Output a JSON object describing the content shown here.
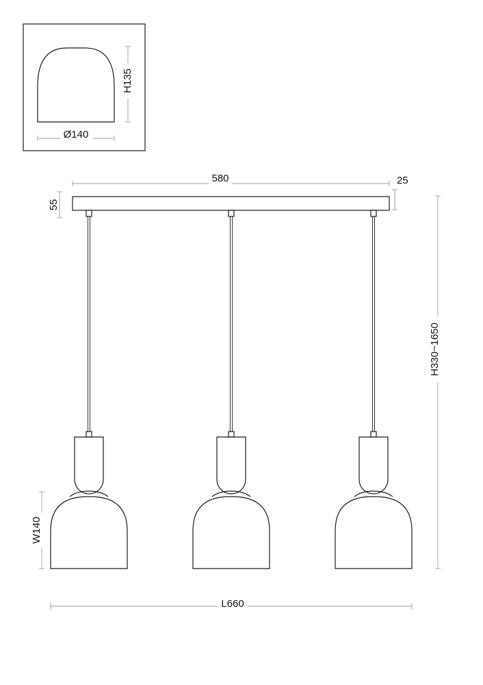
{
  "detail": {
    "height_label": "H135",
    "diameter_label": "Ø140"
  },
  "main": {
    "canopy_length_label": "580",
    "canopy_depth_label": "25",
    "canopy_height_label": "55",
    "overall_height_label": "H330~1650",
    "shade_width_label": "W140",
    "overall_length_label": "L660"
  },
  "colors": {
    "line": "#1a1a1a",
    "dimension": "#9a9a9a"
  }
}
